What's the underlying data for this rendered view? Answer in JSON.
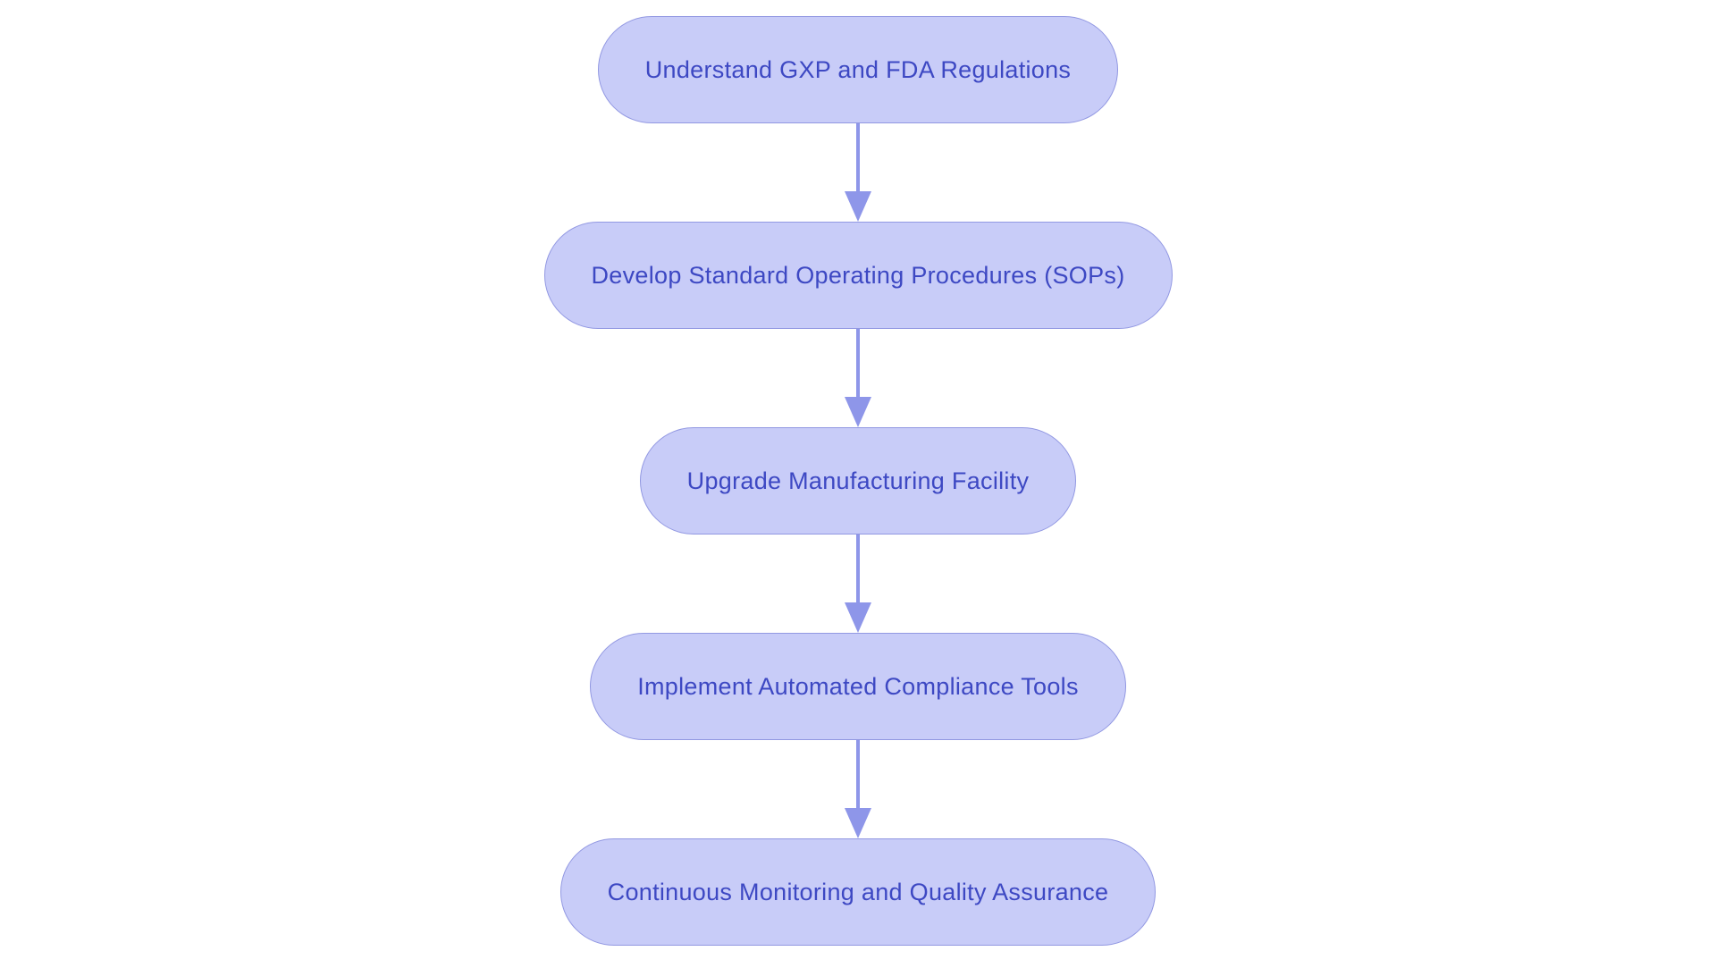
{
  "page": {
    "background_color": "#ffffff"
  },
  "flowchart": {
    "type": "flowchart",
    "direction": "top-down",
    "colors": {
      "node_fill": "#c8ccf8",
      "node_border": "#9298e2",
      "node_text": "#3d48c3",
      "arrow": "#8e96e9"
    },
    "nodes": [
      {
        "id": "step-1",
        "label": "Understand GXP and FDA Regulations"
      },
      {
        "id": "step-2",
        "label": "Develop Standard Operating Procedures (SOPs)"
      },
      {
        "id": "step-3",
        "label": "Upgrade Manufacturing Facility"
      },
      {
        "id": "step-4",
        "label": "Implement Automated Compliance Tools"
      },
      {
        "id": "step-5",
        "label": "Continuous Monitoring and Quality Assurance"
      }
    ],
    "edges": [
      {
        "from": "step-1",
        "to": "step-2"
      },
      {
        "from": "step-2",
        "to": "step-3"
      },
      {
        "from": "step-3",
        "to": "step-4"
      },
      {
        "from": "step-4",
        "to": "step-5"
      }
    ]
  }
}
